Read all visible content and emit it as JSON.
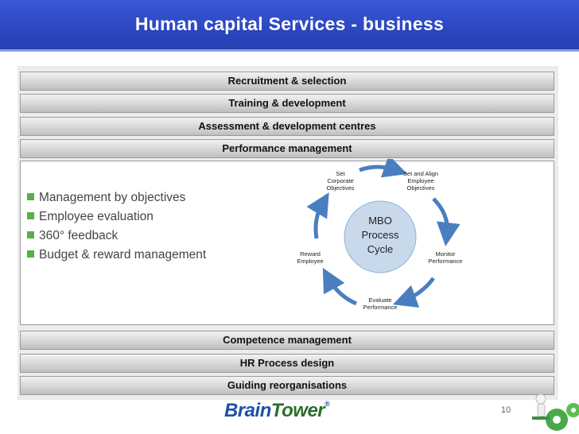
{
  "header": {
    "title": "Human capital Services - business"
  },
  "bars_top": [
    "Recruitment & selection",
    "Training & development",
    "Assessment & development centres",
    "Performance management"
  ],
  "bullets": [
    "Management by objectives",
    "Employee evaluation",
    "360° feedback",
    "Budget & reward management"
  ],
  "cycle": {
    "center": [
      "MBO",
      "Process",
      "Cycle"
    ],
    "steps": {
      "set": [
        "Set",
        "Corporate",
        "Objectives"
      ],
      "align": [
        "Set and Align",
        "Employee",
        "Objectives"
      ],
      "monitor": [
        "Monitor",
        "Performance"
      ],
      "evaluate": [
        "Evaluate",
        "Performance"
      ],
      "reward": [
        "Reward",
        "Employee"
      ]
    }
  },
  "bars_bottom": [
    "Competence management",
    "HR Process design",
    "Guiding reorganisations"
  ],
  "footer": {
    "logo_brain": "Brain",
    "logo_tower": "Tower",
    "logo_mark": "®",
    "page_number": "10"
  },
  "colors": {
    "header": "#2b46c0",
    "bullet": "#56b046",
    "arrow": "#4a7fbf",
    "circle": "#c9d9ec"
  }
}
